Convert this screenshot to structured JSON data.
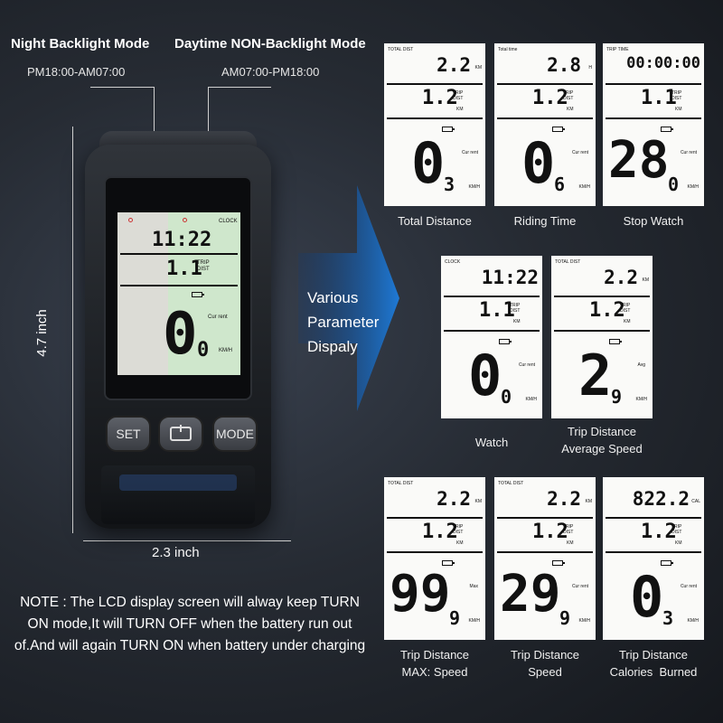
{
  "header": {
    "night_title": "Night Backlight Mode",
    "night_time": "PM18:00-AM07:00",
    "day_title": "Daytime NON-Backlight Mode",
    "day_time": "AM07:00-PM18:00"
  },
  "device": {
    "height_label": "4.7 inch",
    "width_label": "2.3 inch",
    "screen": {
      "clock_label": "CLOCK",
      "time": "11:22",
      "trip_label": "TRIP\nDIST",
      "trip": "1.1",
      "current_label": "Cur rent",
      "speed_main": "0",
      "speed_dec": "0",
      "unit": "KM/H"
    },
    "buttons": {
      "set": "SET",
      "mode": "MODE"
    }
  },
  "arrow_text": [
    "Various",
    "Parameter",
    "Dispaly"
  ],
  "note": "NOTE : The LCD display screen will alway keep TURN ON mode,It will TURN OFF when the battery run out of.And will again TURN ON when battery under charging",
  "panels": [
    {
      "caption": "Total Distance",
      "top_label": "TOTAL DIST",
      "top_value": "2.2",
      "top_unit": "KM",
      "trip": "1.2",
      "trip_unit": "KM",
      "right_label": "Cur rent",
      "big": "0",
      "dec": "3",
      "unit": "KM/H"
    },
    {
      "caption": "Riding Time",
      "top_label": "Total time",
      "top_value": "2.8",
      "top_unit": "H",
      "trip": "1.2",
      "trip_unit": "KM",
      "right_label": "Cur rent",
      "big": "0",
      "dec": "6",
      "unit": "KM/H"
    },
    {
      "caption": "Stop Watch",
      "top_label": "TRIP TIME",
      "top_value": "00:00:00",
      "top_unit": "",
      "trip": "1.1",
      "trip_unit": "KM",
      "right_label": "Cur rent",
      "big": "28",
      "dec": "0",
      "unit": "KM/H"
    },
    {
      "caption": "Watch",
      "top_label": "CLOCK",
      "top_value": "11:22",
      "top_unit": "",
      "trip": "1.1",
      "trip_unit": "KM",
      "right_label": "Cur rent",
      "big": "0",
      "dec": "0",
      "unit": "KM/H"
    },
    {
      "caption": "Trip Distance\nAverage Speed",
      "top_label": "TOTAL DIST",
      "top_value": "2.2",
      "top_unit": "KM",
      "trip": "1.2",
      "trip_unit": "KM",
      "right_label": "Avg",
      "big": "2",
      "dec": "9",
      "unit": "KM/H"
    },
    {
      "caption": "Trip Distance\nMAX: Speed",
      "top_label": "TOTAL DIST",
      "top_value": "2.2",
      "top_unit": "KM",
      "trip": "1.2",
      "trip_unit": "KM",
      "right_label": "Max",
      "big": "99",
      "dec": "9",
      "unit": "KM/H"
    },
    {
      "caption": "Trip Distance\nSpeed",
      "top_label": "TOTAL DIST",
      "top_value": "2.2",
      "top_unit": "KM",
      "trip": "1.2",
      "trip_unit": "KM",
      "right_label": "Cur rent",
      "big": "29",
      "dec": "9",
      "unit": "KM/H"
    },
    {
      "caption": "Trip Distance\nCalories  Burned",
      "top_label": "",
      "top_value": "822.2",
      "top_unit": "CAL",
      "trip": "1.2",
      "trip_unit": "KM",
      "right_label": "Cur rent",
      "big": "0",
      "dec": "3",
      "unit": "KM/H"
    }
  ],
  "panel_trip_label": "TRIP\nDIST"
}
